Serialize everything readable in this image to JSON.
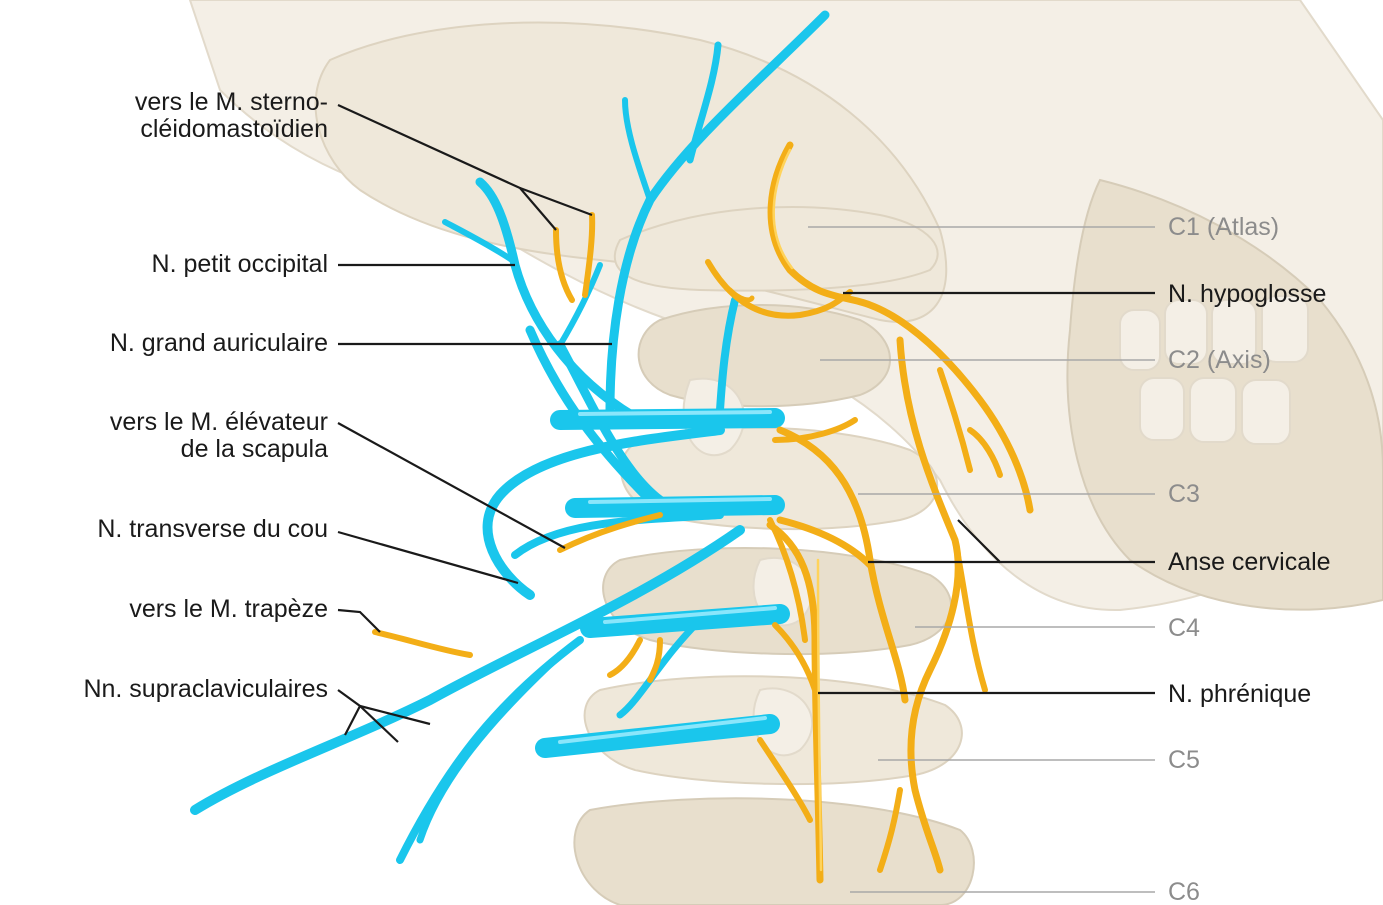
{
  "left_labels": {
    "sternocleido_line1": "vers le M. sterno-",
    "sternocleido_line2": "cléidomastoïdien",
    "petit_occipital": "N. petit occipital",
    "grand_auriculaire": "N. grand auriculaire",
    "elevateur_line1": "vers le M. élévateur",
    "elevateur_line2": "de la scapula",
    "transverse_cou": "N. transverse du cou",
    "trapeze": "vers le M. trapèze",
    "supraclaviculaires": "Nn. supraclaviculaires"
  },
  "right_labels": {
    "c1": "C1 (Atlas)",
    "hypoglosse": "N. hypoglosse",
    "c2": "C2 (Axis)",
    "c3": "C3",
    "anse_cervicale": "Anse cervicale",
    "c4": "C4",
    "phrenique": "N. phrénique",
    "c5": "C5",
    "c6": "C6"
  },
  "colors": {
    "cervical_plexus_sensory": "#1ac6ec",
    "motor_branches": "#f3ae17",
    "bone": "#efe8da",
    "leader_dark": "#1a1a1a",
    "leader_grey": "#a8a8a8"
  }
}
